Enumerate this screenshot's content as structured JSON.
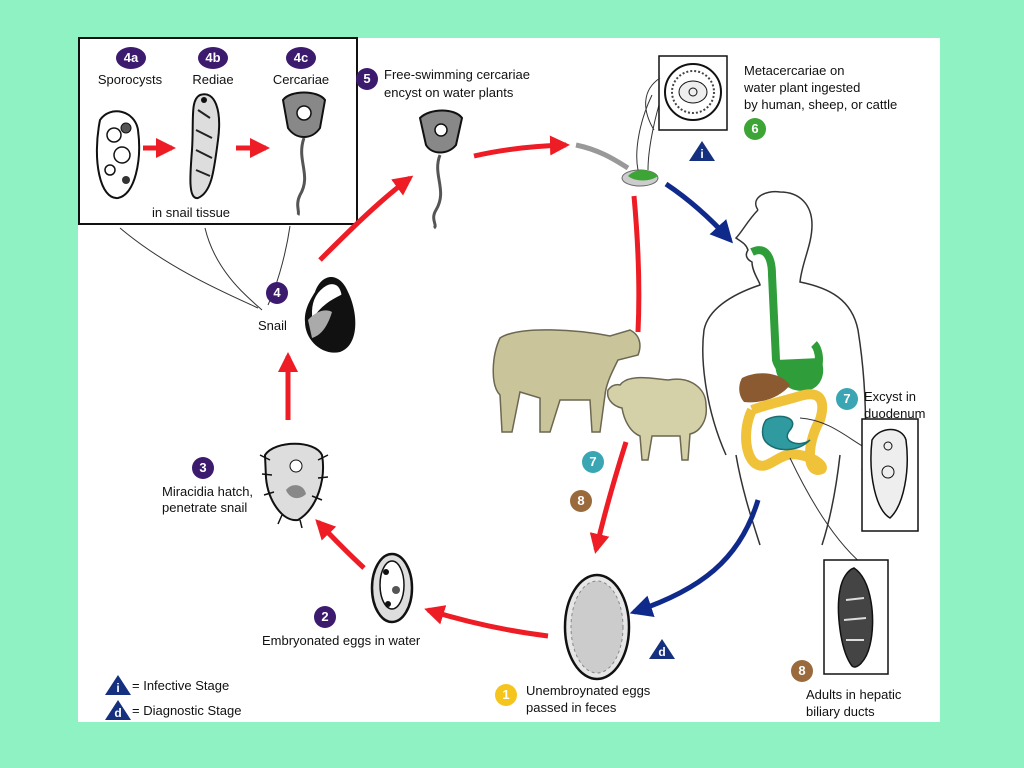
{
  "colors": {
    "background": "#8ef2c2",
    "stage_red_arrow": "#ee1c24",
    "stage_blue_arrow": "#102a8c",
    "badge_purple": "#3c1a6e",
    "badge_green": "#3da436",
    "badge_teal": "#3aa6b4",
    "badge_brown": "#9a6a3c",
    "badge_yellow": "#f5c51e",
    "triangle_navy": "#14307e"
  },
  "stages": {
    "s4a": {
      "num": "4a",
      "label": "Sporocysts"
    },
    "s4b": {
      "num": "4b",
      "label": "Rediae"
    },
    "s4c": {
      "num": "4c",
      "label": "Cercariae"
    },
    "snail_tissue": "in snail tissue",
    "s5": {
      "num": "5",
      "label_line1": "Free-swimming cercariae",
      "label_line2": "encyst on water plants"
    },
    "s6": {
      "num": "6",
      "label_line1": "Metacercariae on",
      "label_line2": "water plant ingested",
      "label_line3": "by human, sheep, or cattle"
    },
    "s4": {
      "num": "4",
      "label": "Snail"
    },
    "s3": {
      "num": "3",
      "label_line1": "Miracidia hatch,",
      "label_line2": "penetrate snail"
    },
    "s2": {
      "num": "2",
      "label": "Embryonated eggs in water"
    },
    "s1": {
      "num": "1",
      "label_line1": "Unembroynated eggs",
      "label_line2": "passed in feces"
    },
    "s7": {
      "num": "7",
      "label_line1": "Excyst in",
      "label_line2": "duodenum"
    },
    "s7_animal": {
      "num": "7"
    },
    "s8": {
      "num": "8",
      "label_line1": "Adults in hepatic",
      "label_line2": "biliary ducts"
    },
    "s8_animal": {
      "num": "8"
    }
  },
  "markers": {
    "infective_top": "i",
    "diagnostic_mid": "d"
  },
  "legend": {
    "infective_symbol": "i",
    "infective_text": "= Infective Stage",
    "diagnostic_symbol": "d",
    "diagnostic_text": "= Diagnostic Stage"
  }
}
